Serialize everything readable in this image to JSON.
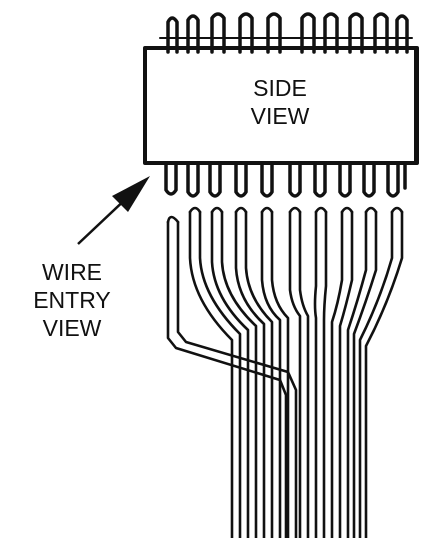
{
  "diagram": {
    "connector_label_line1": "SIDE",
    "connector_label_line2": "VIEW",
    "wire_label_line1": "WIRE",
    "wire_label_line2": "ENTRY",
    "wire_label_line3": "VIEW"
  },
  "colors": {
    "ink": "#111111",
    "paper": "#ffffff"
  }
}
